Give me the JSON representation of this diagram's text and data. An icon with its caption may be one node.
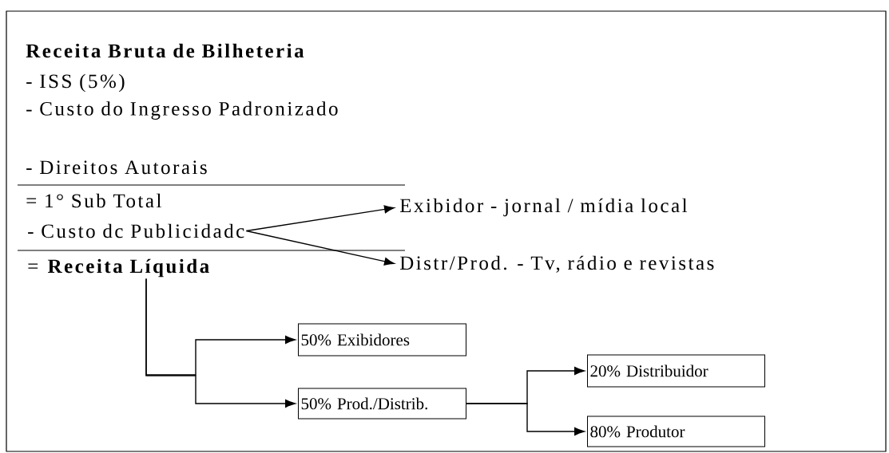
{
  "diagram": {
    "nodes": [
      {
        "text": [
          "- Custo dc Publicidadc"
        ]
      },
      {
        "text": [
          "Exibidor - jornal / mídia local"
        ]
      },
      {
        "text": [
          "Distr/Prod. - Tv, rádio e revistas"
        ]
      },
      {
        "text": [
          "= **Receita Líquida**"
        ]
      },
      {
        "text": [
          "50% Exibidores"
        ]
      },
      {
        "text": [
          "50% Prod./Distrib."
        ]
      },
      {
        "text": [
          "20% Distribuidor"
        ]
      },
      {
        "text": [
          "80% Produtor"
        ]
      }
    ],
    "edges": [
      {
        "from": 0,
        "to": 1,
        "arrow": "to"
      },
      {
        "from": 0,
        "to": 2,
        "arrow": "to"
      },
      {
        "from": 3,
        "to": 4,
        "arrow": "to"
      },
      {
        "from": 3,
        "to": 5,
        "arrow": "to"
      },
      {
        "from": 5,
        "to": 6,
        "arrow": "to"
      },
      {
        "from": 5,
        "to": 7,
        "arrow": "to"
      }
    ],
    "labels": [
      "Receita Bruta de Bilheteria",
      "- ISS (5%)",
      "- Custo do Ingresso Padronizado",
      "- Direitos Autorais",
      "= 1° Sub Total"
    ]
  }
}
